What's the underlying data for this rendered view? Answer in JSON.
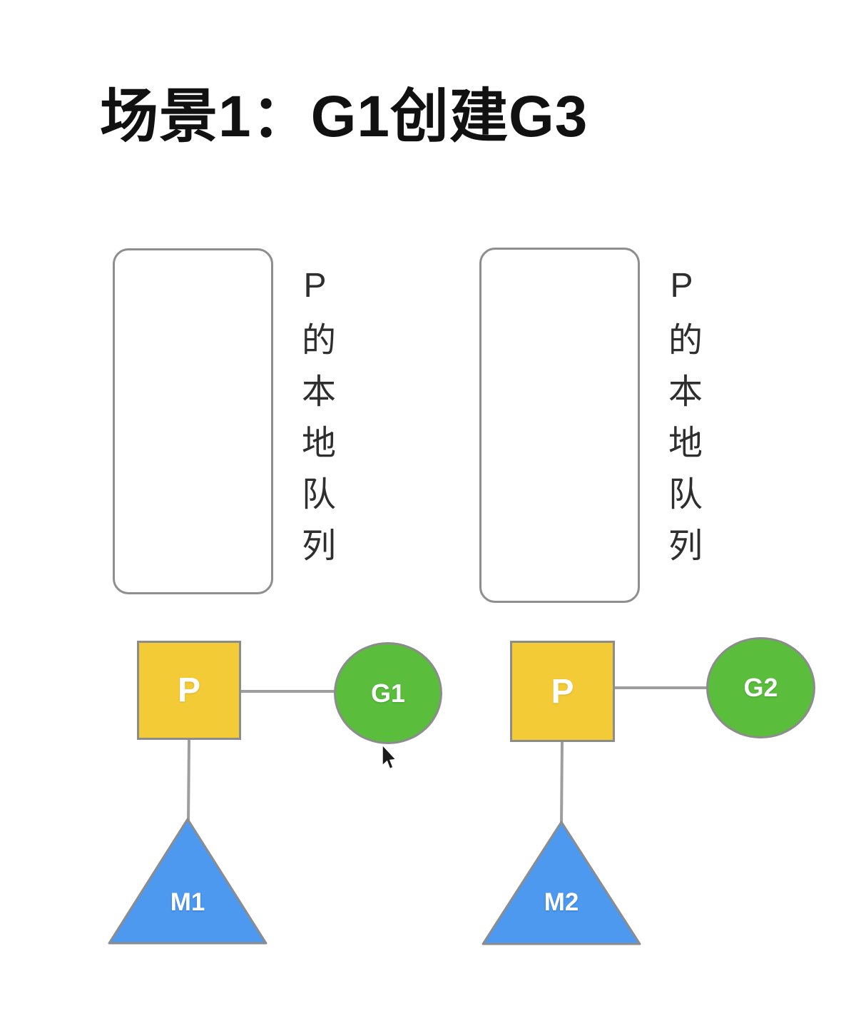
{
  "title": "场景1：G1创建G3",
  "colors": {
    "processor_fill": "#F3CB37",
    "goroutine_fill": "#5ABD3C",
    "machine_fill": "#4D99F0",
    "shape_border": "#8C8C8C",
    "connector": "#9E9E9E",
    "queue_border": "#8E8E8E",
    "title_color": "#111111",
    "queue_label_color": "#2E2E2E",
    "node_label_color": "#FFFFFF",
    "background": "#FFFFFF"
  },
  "groups": [
    {
      "queue_label": "P的本地队列",
      "processor_label": "P",
      "goroutine_label": "G1",
      "machine_label": "M1"
    },
    {
      "queue_label": "P的本地队列",
      "processor_label": "P",
      "goroutine_label": "G2",
      "machine_label": "M2"
    }
  ]
}
